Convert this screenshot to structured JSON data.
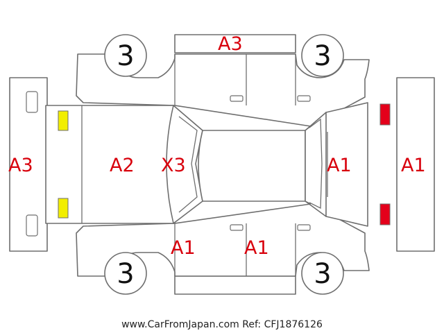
{
  "wheels": {
    "front_left": "3",
    "rear_left": "3",
    "front_right": "3",
    "rear_right": "3"
  },
  "damage_codes": {
    "roof_top": "A3",
    "rear_bumper": "A3",
    "trunk": "A2",
    "rear_glass": "X3",
    "hood": "A1",
    "front_bumper": "A1",
    "rear_door_bottom": "A1",
    "front_door_bottom": "A1"
  },
  "lamp_colors": {
    "rear_lamps": "#f2ee00",
    "front_lamps": "#e4001b"
  },
  "footer": {
    "text": "www.CarFromJapan.com Ref: CFJ1876126"
  }
}
